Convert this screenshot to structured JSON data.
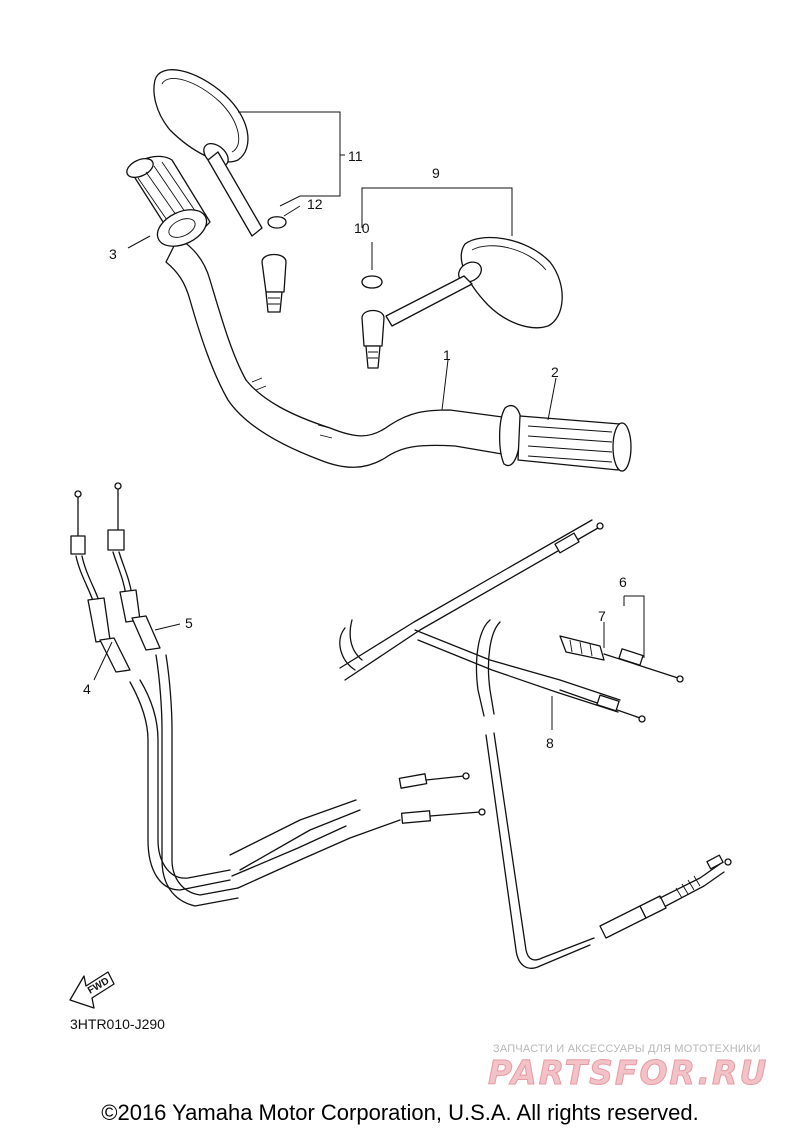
{
  "callouts": {
    "c1": "1",
    "c2": "2",
    "c3": "3",
    "c4": "4",
    "c5": "5",
    "c6": "6",
    "c7": "7",
    "c8": "8",
    "c9": "9",
    "c10": "10",
    "c11": "11",
    "c12": "12"
  },
  "fwd_label": "FWD",
  "diagram_code": "3HTR010-J290",
  "watermark": {
    "subtitle": "ЗАПЧАСТИ И АКСЕССУАРЫ ДЛЯ МОТОТЕХНИКИ",
    "logo": "PARTSFOR.RU"
  },
  "copyright": "©2016 Yamaha Motor Corporation, U.S.A. All rights reserved."
}
